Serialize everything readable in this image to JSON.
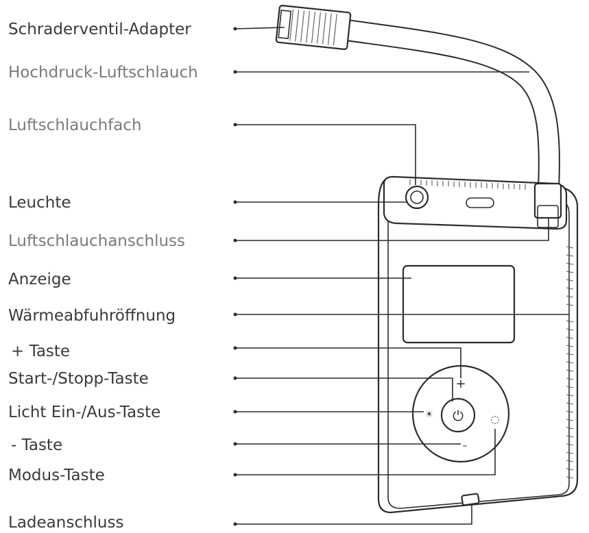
{
  "labels": {
    "schrader": "Schraderventil-Adapter",
    "hose": "Hochdruck-Luftschlauch",
    "hose_compartment": "Luftschlauchfach",
    "light": "Leuchte",
    "hose_port": "Luftschlauchanschluss",
    "display": "Anzeige",
    "heat_vent": "Wärmeabfuhröffnung",
    "plus_button": "+ Taste",
    "start_stop_button": "Start-/Stopp-Taste",
    "light_button": "Licht Ein-/Aus-Taste",
    "minus_button": "- Taste",
    "mode_button": "Modus-Taste",
    "charging_port": "Ladeanschluss"
  },
  "device_glyphs": {
    "plus": "+",
    "minus": "–",
    "power": "⏻",
    "light": "☀",
    "mode": "◌"
  }
}
